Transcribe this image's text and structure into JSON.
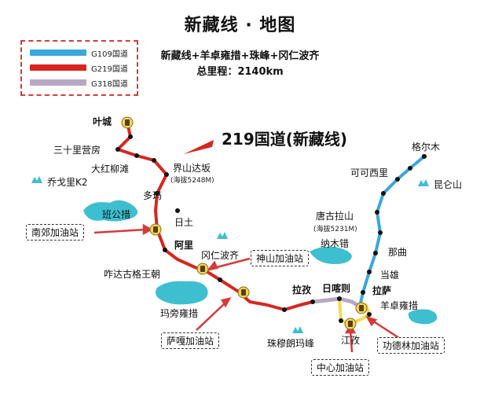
{
  "title": "新藏线 · 地图",
  "subtitle": "新藏线+羊卓雍措+珠峰+冈仁波齐",
  "total_distance": "总里程：2140km",
  "legend": [
    {
      "label": "G109国道",
      "color": "#3aa7dc"
    },
    {
      "label": "G219国道",
      "color": "#d8261e"
    },
    {
      "label": "G318国道",
      "color": "#b8a8c4"
    }
  ],
  "route_callout": "219国道(新藏线)",
  "places": {
    "yecheng": "叶城",
    "sanshili": "三十里营房",
    "dahongliutan": "大红柳滩",
    "jieshan": "界山达坂",
    "jieshan_alt": "(海拔5248M)",
    "qiaogeli": "乔戈里K2",
    "duoma": "多玛",
    "bangong": "班公措",
    "ritu": "日土",
    "ali": "阿里",
    "gangren": "冈仁波齐",
    "zhada": "咋达古格王朝",
    "mapang": "玛旁雍措",
    "geermu": "格尔木",
    "kekexili": "可可西里",
    "kunlun": "昆仑山",
    "tanggula": "唐古拉山",
    "tanggula_alt": "(海拔5231M)",
    "namco": "纳木错",
    "naqu": "那曲",
    "dangxiong": "当雄",
    "lhasa": "拉萨",
    "lazi": "拉孜",
    "rikaze": "日喀则",
    "yamdrok": "羊卓雍措",
    "everest": "珠穆朗玛峰",
    "gyantse": "江孜"
  },
  "stations": {
    "nanjiao": "南郊加油站",
    "shenshan": "神山加油站",
    "saga": "萨嘎加油站",
    "zhongxin": "中心加油站",
    "gongdelin": "功德林加油站"
  },
  "colors": {
    "g109": "#3aa7dc",
    "g219": "#d8261e",
    "g318": "#b8a8c4",
    "node": "#111111",
    "lake": "#3dbfd0",
    "arrow": "#d63a3a"
  }
}
